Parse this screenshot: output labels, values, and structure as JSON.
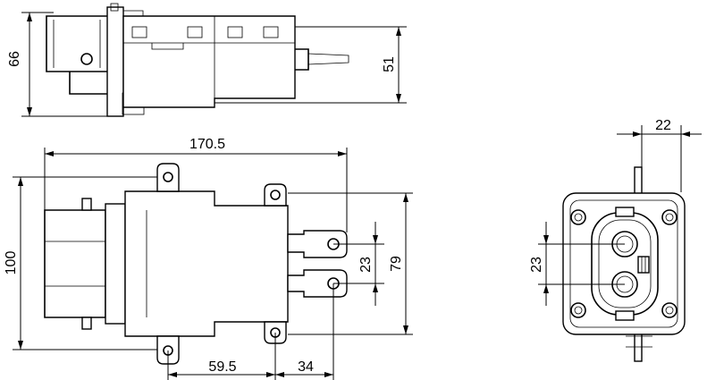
{
  "dimensions": {
    "top_view_height": "66",
    "top_view_right_height": "51",
    "overall_length": "170.5",
    "overall_width": "100",
    "port_spacing": "23",
    "flange_width": "79",
    "offset_1": "59.5",
    "offset_2": "34",
    "side_depth": "22",
    "side_port_spacing": "23"
  }
}
